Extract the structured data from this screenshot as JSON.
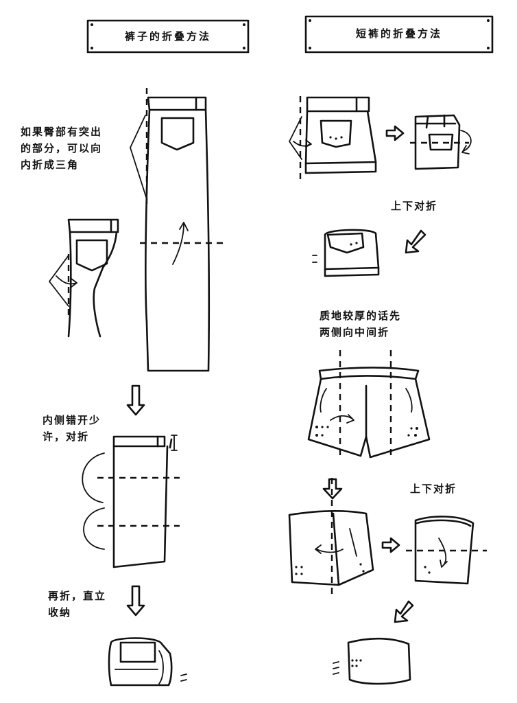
{
  "titles": {
    "trousers": "裤子的折叠方法",
    "shorts": "短裤的折叠方法"
  },
  "notes": {
    "hip_line1": "如果臀部有突出",
    "hip_line2": "的部分，可以向",
    "hip_line3": "内折成三角",
    "offset_line1": "内侧错开少",
    "offset_line2": "许，对折",
    "stand_line1": "再折，直立",
    "stand_line2": "收纳",
    "updown_1": "上下对折",
    "thick_line1": "质地较厚的话先",
    "thick_line2": "两侧向中间折",
    "updown_2": "上下对折"
  }
}
